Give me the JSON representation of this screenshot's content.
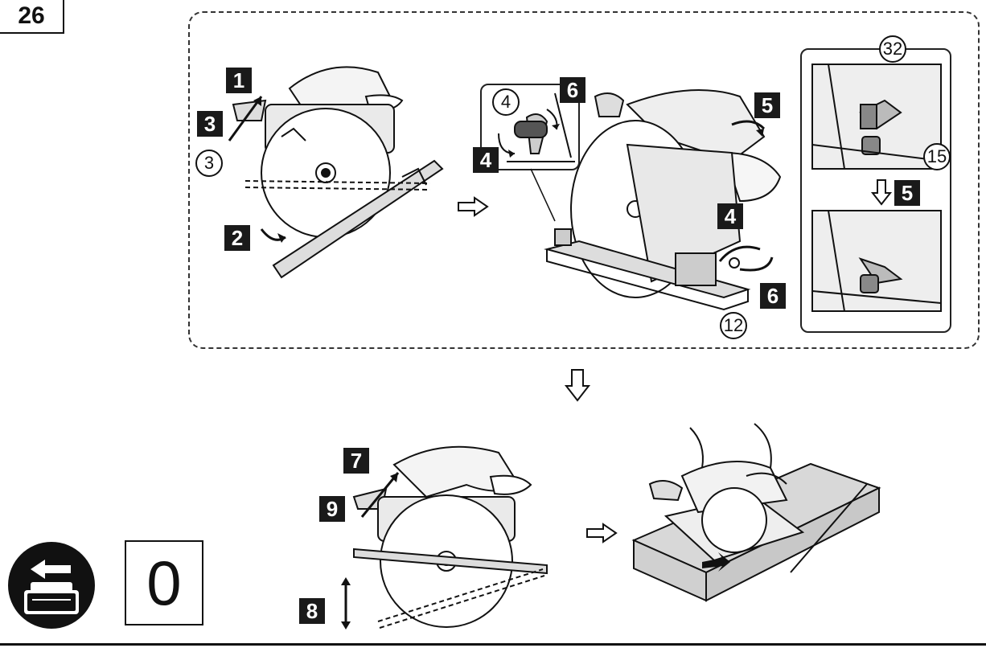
{
  "page": {
    "number": "26"
  },
  "steps": {
    "s1": "1",
    "s2": "2",
    "s3": "3",
    "s4a": "4",
    "s4b": "4",
    "s5a": "5",
    "s5b": "5",
    "s6a": "6",
    "s6b": "6",
    "s7": "7",
    "s8": "8",
    "s9": "9"
  },
  "callouts": {
    "c3": "3",
    "c4": "4",
    "c12": "12",
    "c15": "15",
    "c32": "32"
  },
  "indicator": {
    "zero_label": "0"
  },
  "icons": {
    "battery": "battery-remove-icon",
    "flow_arrow": "flow-arrow-icon"
  },
  "colors": {
    "ink": "#111111",
    "panel_border": "#333333",
    "step_fill": "#1a1a1a",
    "board": "#d8d8d8"
  }
}
